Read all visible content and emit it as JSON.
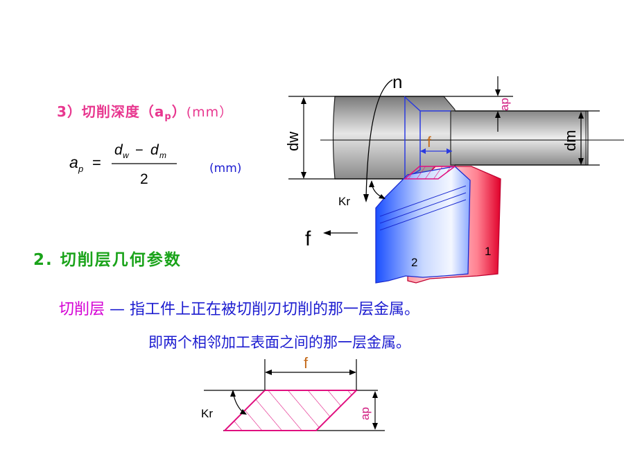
{
  "section3": {
    "prefix": "3）切削深度（a",
    "sub": "p",
    "suffix": "）",
    "unit": "(mm）"
  },
  "formula": {
    "lhs": "a",
    "lhs_sub": "p",
    "eq": "=",
    "num_a": "d",
    "num_a_sub": "w",
    "minus": "−",
    "num_b": "d",
    "num_b_sub": "m",
    "den": "2",
    "unit": "(mm)"
  },
  "section2": {
    "heading": "2. 切削层几何参数"
  },
  "definition": {
    "term": "切削层",
    "dash": "—",
    "line1_rest": "指工件上正在被切削刃切削的那一层金属。",
    "line2": "即两个相邻加工表面之间的那一层金属。"
  },
  "figure1": {
    "label_n": "n",
    "label_dw": "dw",
    "label_dm": "dm",
    "label_ap": "ap",
    "label_f": "f",
    "label_kr": "Kr",
    "label_feed": "f",
    "tool_label_1": "1",
    "tool_label_2": "2"
  },
  "figure2": {
    "label_f": "f",
    "label_kr": "Kr",
    "label_ap": "ap"
  },
  "colors": {
    "pink": "#e8378f",
    "green": "#1aa31a",
    "blue": "#1c1cd0",
    "magenta": "#d400d4",
    "brown": "#c46a1a"
  }
}
